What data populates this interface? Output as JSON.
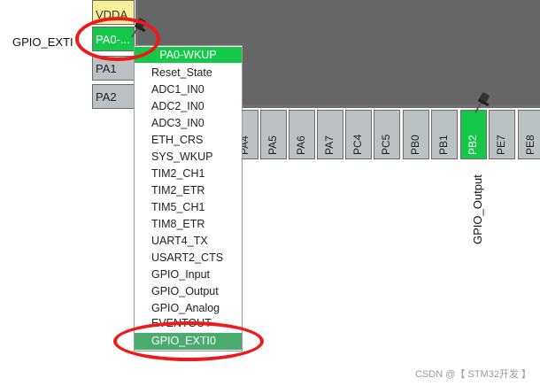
{
  "left_pins": [
    {
      "label": "VDDA"
    },
    {
      "label": "PA0-..."
    },
    {
      "label": "PA1"
    },
    {
      "label": "PA2"
    }
  ],
  "left_signal_label": "GPIO_EXTI",
  "bottom_pins": [
    {
      "label": "PA4"
    },
    {
      "label": "PA5"
    },
    {
      "label": "PA6"
    },
    {
      "label": "PA7"
    },
    {
      "label": "PC4"
    },
    {
      "label": "PC5"
    },
    {
      "label": "PB0"
    },
    {
      "label": "PB1"
    },
    {
      "label": "PB2"
    },
    {
      "label": "PE7"
    },
    {
      "label": "PE8"
    }
  ],
  "bottom_signal_label": "GPIO_Output",
  "menu": {
    "header": "PA0-WKUP",
    "items": [
      "Reset_State",
      "ADC1_IN0",
      "ADC2_IN0",
      "ADC3_IN0",
      "ETH_CRS",
      "SYS_WKUP",
      "TIM2_CH1",
      "TIM2_ETR",
      "TIM5_CH1",
      "TIM8_ETR",
      "UART4_TX",
      "USART2_CTS",
      "GPIO_Input",
      "GPIO_Output",
      "GPIO_Analog",
      "EVENTOUT",
      "GPIO_EXTI0"
    ],
    "selected": "GPIO_EXTI0"
  },
  "colors": {
    "pin_green": "#15c84a",
    "pin_gray": "#bcc1c4",
    "annotation_red": "#f01818",
    "chip_body": "#666666"
  },
  "watermark": "CSDN @【 STM32开发 】"
}
